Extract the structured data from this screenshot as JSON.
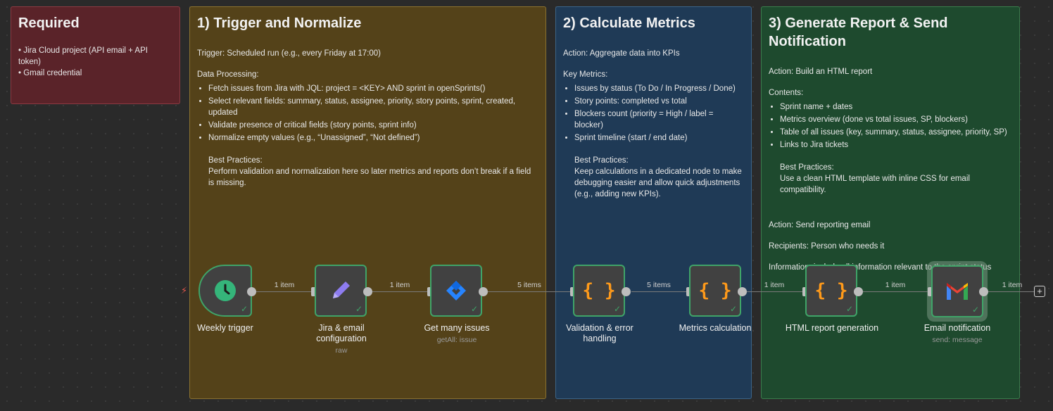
{
  "notes": {
    "required": {
      "title": "Required",
      "items": [
        "Jira Cloud project (API email + API token)",
        "Gmail credential"
      ]
    },
    "trigger": {
      "title": "1) Trigger and Normalize",
      "trigger_line": "Trigger: Scheduled run (e.g., every Friday at 17:00)",
      "processing_heading": "Data Processing:",
      "items": [
        "Fetch issues from Jira with JQL: project = <KEY> AND sprint in openSprints()",
        "Select relevant fields: summary, status, assignee, priority, story points, sprint, created, updated",
        "Validate presence of critical fields (story points, sprint info)",
        "Normalize empty values (e.g., “Unassigned”, “Not defined”)"
      ],
      "bp_heading": "Best Practices:",
      "bp_text": "Perform validation and normalization here so later metrics and reports don’t break if a field is missing."
    },
    "metrics": {
      "title": "2) Calculate Metrics",
      "action": "Action: Aggregate data into KPIs",
      "key_heading": "Key Metrics:",
      "items": [
        "Issues by status (To Do / In Progress / Done)",
        "Story points: completed vs total",
        "Blockers count (priority = High / label = blocker)",
        "Sprint timeline (start / end date)"
      ],
      "bp_heading": "Best Practices:",
      "bp_text": "Keep calculations in a dedicated node to make debugging easier and allow quick adjustments (e.g., adding new KPIs)."
    },
    "report": {
      "title": "3) Generate Report & Send Notification",
      "action": "Action: Build an HTML report",
      "contents_heading": "Contents:",
      "items": [
        "Sprint name + dates",
        "Metrics overview (done vs total issues, SP, blockers)",
        "Table of all issues (key, summary, status, assignee, priority, SP)",
        "Links to Jira tickets"
      ],
      "bp_heading": "Best Practices:",
      "bp_text": "Use a clean HTML template with inline CSS for email compatibility.",
      "send_action": "Action: Send reporting email",
      "recipients": "Recipients: Person who needs it",
      "information": "Information: include all information relevant to the sprint status"
    }
  },
  "nodes": [
    {
      "id": "weekly",
      "label": "Weekly trigger",
      "sub": "",
      "icon": "clock-icon"
    },
    {
      "id": "config",
      "label": "Jira & email configuration",
      "sub": "raw",
      "icon": "pencil-icon"
    },
    {
      "id": "issues",
      "label": "Get many issues",
      "sub": "getAll: issue",
      "icon": "jira-icon"
    },
    {
      "id": "validation",
      "label": "Validation & error handling",
      "sub": "",
      "icon": "code-braces-icon"
    },
    {
      "id": "metrics",
      "label": "Metrics calculation",
      "sub": "",
      "icon": "code-braces-icon"
    },
    {
      "id": "html",
      "label": "HTML report generation",
      "sub": "",
      "icon": "code-braces-icon"
    },
    {
      "id": "email",
      "label": "Email notification",
      "sub": "send: message",
      "icon": "gmail-icon"
    }
  ],
  "edges": [
    "1 item",
    "1 item",
    "5 items",
    "5 items",
    "1 item",
    "1 item",
    "1 item"
  ],
  "braces_glyph": "{ }",
  "plus_glyph": "+",
  "colors": {
    "success": "#3fa468",
    "code": "#ff9a1a",
    "jira": "#2684ff"
  }
}
